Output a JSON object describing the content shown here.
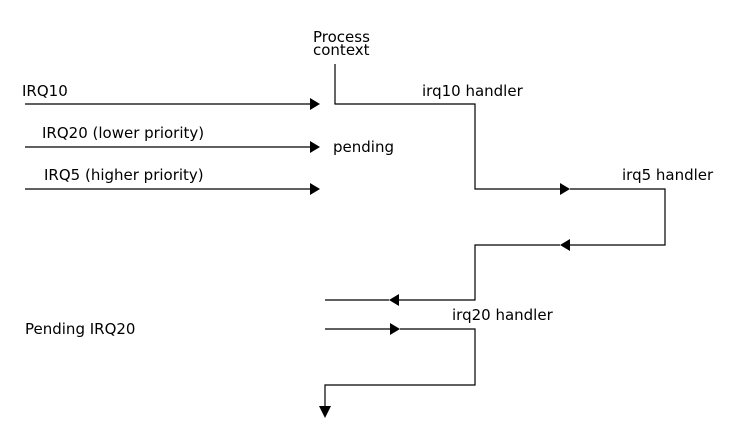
{
  "labels": {
    "process_line1": "Process",
    "process_line2": "context",
    "irq10": "IRQ10",
    "irq20": "IRQ20 (lower priority)",
    "irq5": "IRQ5 (higher priority)",
    "pending": "pending",
    "irq10_handler": "irq10 handler",
    "irq5_handler": "irq5 handler",
    "irq20_handler": "irq20 handler",
    "pending_irq20": "Pending IRQ20"
  }
}
